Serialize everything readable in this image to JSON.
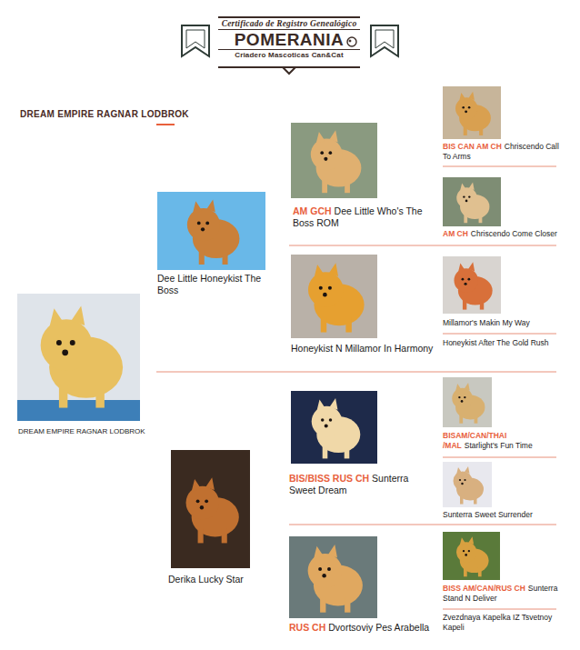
{
  "diagram": {
    "title": "DREAM EMPIRE RAGNAR LODBROK",
    "nodes": [
      {
        "text": [
          "Certificado de Registro Genealógico",
          "POMERANIA",
          "Criadero Mascoticas Can&Cat"
        ]
      },
      {
        "text": [
          "DREAM EMPIRE RAGNAR LODBROK"
        ]
      },
      {
        "text": [
          "Dee Little Honeykist The Boss"
        ]
      },
      {
        "text": [
          "AM GCH",
          "Dee Little Who's The Boss ROM"
        ]
      },
      {
        "text": [
          "BIS CAN AM CH",
          "Chriscendo Call To Arms"
        ]
      },
      {
        "text": [
          "AM CH",
          "Chriscendo Come Closer"
        ]
      },
      {
        "text": [
          "Honeykist N Millamor In Harmony"
        ]
      },
      {
        "text": [
          "Millamor's Makin My Way"
        ]
      },
      {
        "text": [
          "Honeykist After The Gold Rush"
        ]
      },
      {
        "text": [
          "Derika Lucky Star"
        ]
      },
      {
        "text": [
          "BIS/BISS RUS CH",
          "Sunterra Sweet Dream"
        ]
      },
      {
        "text": [
          "BISAM/CAN/THAI /MAL",
          "Starlight's Fun Time"
        ]
      },
      {
        "text": [
          "Sunterra Sweet Surrender"
        ]
      },
      {
        "text": [
          "RUS CH",
          "Dvortsoviy Pes Arabella"
        ]
      },
      {
        "text": [
          "BISS AM/CAN/RUS CH",
          "Sunterra Stand N Deliver"
        ]
      },
      {
        "text": [
          "Zvezdnaya Kapelka IZ Tsvetnoy Kapeli"
        ]
      }
    ]
  }
}
